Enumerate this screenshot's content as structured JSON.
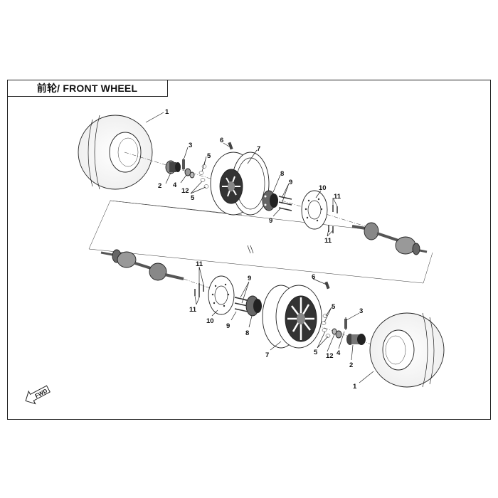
{
  "title": "前轮/ FRONT WHEEL",
  "fwd_label": "FWD",
  "callouts": {
    "c1": "1",
    "c2": "2",
    "c3": "3",
    "c4": "4",
    "c5": "5",
    "c6": "6",
    "c7": "7",
    "c8": "8",
    "c9": "9",
    "c10": "10",
    "c11": "11",
    "c12": "12"
  }
}
